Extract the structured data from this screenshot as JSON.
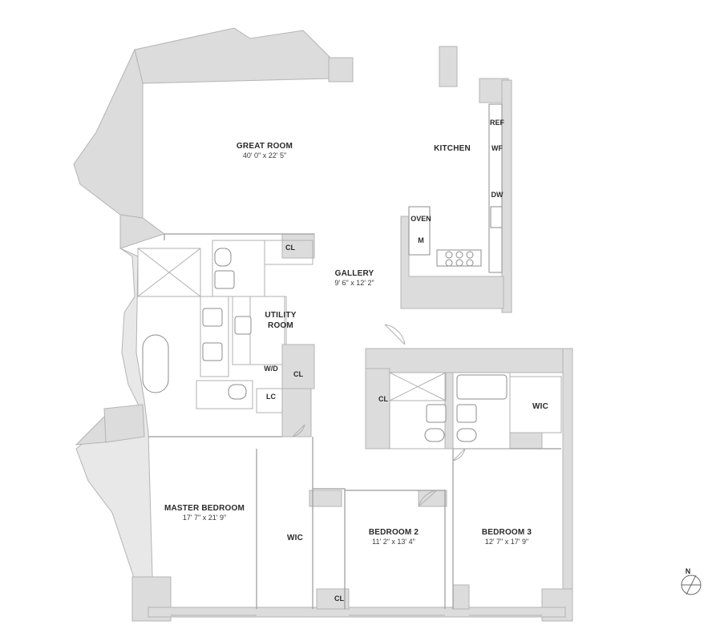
{
  "rooms": {
    "great_room": {
      "name": "GREAT ROOM",
      "dims": "40' 0\" x 22' 5\""
    },
    "kitchen": {
      "name": "KITCHEN"
    },
    "gallery": {
      "name": "GALLERY",
      "dims": "9' 6\" x 12' 2\""
    },
    "utility_room": {
      "name_line1": "UTILITY",
      "name_line2": "ROOM"
    },
    "master_bedroom": {
      "name": "MASTER BEDROOM",
      "dims": "17' 7\" x 21' 9\""
    },
    "bedroom2": {
      "name": "BEDROOM 2",
      "dims": "11' 2\" x 13' 4\""
    },
    "bedroom3": {
      "name": "BEDROOM 3",
      "dims": "12' 7\" x 17' 9\""
    }
  },
  "fixtures": {
    "ref": "REF",
    "wf": "WF",
    "dw": "DW",
    "oven": "OVEN",
    "microwave": "M",
    "washer_dryer": "W/D"
  },
  "closets": {
    "cl_top": "CL",
    "cl_mid": "CL",
    "lc": "LC",
    "cl_bath": "CL",
    "cl_bottom": "CL",
    "wic_master": "WIC",
    "wic_bed3": "WIC"
  },
  "compass": {
    "label": "N"
  }
}
